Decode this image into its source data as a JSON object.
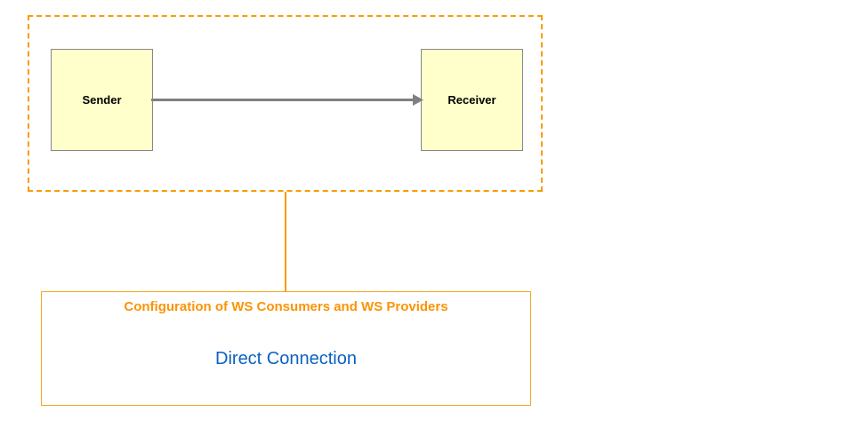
{
  "diagram": {
    "group": {
      "name": "direct-connection-group",
      "border_style": "dashed",
      "border_color": "#f89c06"
    },
    "nodes": [
      {
        "id": "sender",
        "label": "Sender",
        "fill": "#ffffcc",
        "border_color": "#888888"
      },
      {
        "id": "receiver",
        "label": "Receiver",
        "fill": "#ffffcc",
        "border_color": "#888888"
      }
    ],
    "edges": [
      {
        "id": "sender-to-receiver",
        "from": "sender",
        "to": "receiver",
        "label": "",
        "color": "#808080",
        "arrowhead": "filled-triangle"
      }
    ],
    "connector": {
      "name": "group-to-annotation-connector",
      "color": "#f89c06"
    },
    "annotation": {
      "title": "Configuration of WS Consumers and WS Providers",
      "subtitle": "Direct Connection",
      "title_color": "#fa9407",
      "subtitle_color": "#0a61c2",
      "border_color": "#f0a61e",
      "fill": "#ffffff"
    }
  }
}
